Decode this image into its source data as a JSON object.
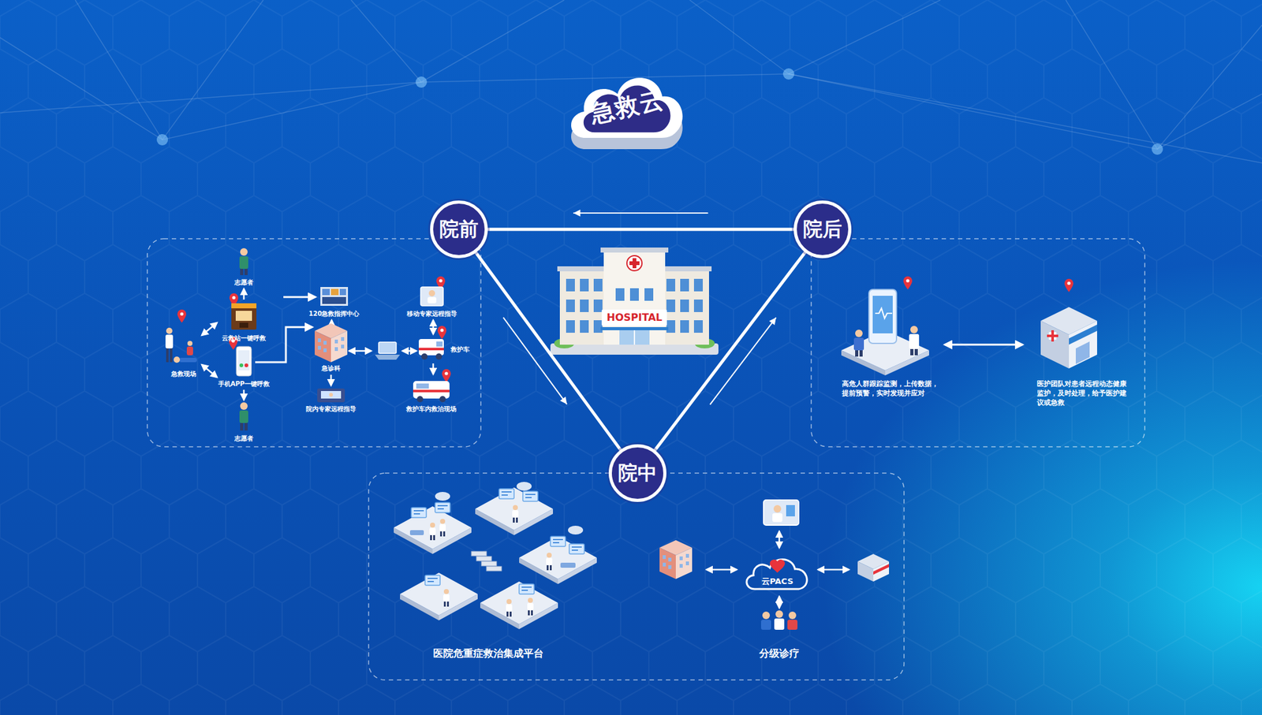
{
  "diagram": {
    "nodes": [
      {
        "text": [
          "急救云"
        ]
      },
      {
        "text": [
          "院前"
        ]
      },
      {
        "text": [
          "院后"
        ]
      },
      {
        "text": [
          "院中"
        ]
      },
      {
        "text": [
          "云PACS"
        ]
      }
    ],
    "edges": [
      {
        "from": 2,
        "to": 1,
        "arrow": "to"
      },
      {
        "from": 1,
        "to": 3,
        "arrow": "to"
      },
      {
        "from": 3,
        "to": 2,
        "arrow": "to"
      }
    ],
    "labels": [
      "HOSPITAL",
      "志愿者",
      "急救现场",
      "云救站一键呼救",
      "手机APP一键呼救",
      "志愿者",
      "120急救指挥中心",
      "急诊科",
      "院内专家远程指导",
      "移动专家远程指导",
      "救护车",
      "救护车内救治现场",
      "高危人群跟踪监测，上传数据，提前预警，实时发现并应对",
      "医护团队对患者远程动态健康监护，及时处理，给予医护建议或急救",
      "医院危重症救治集成平台",
      "分级诊疗"
    ]
  }
}
